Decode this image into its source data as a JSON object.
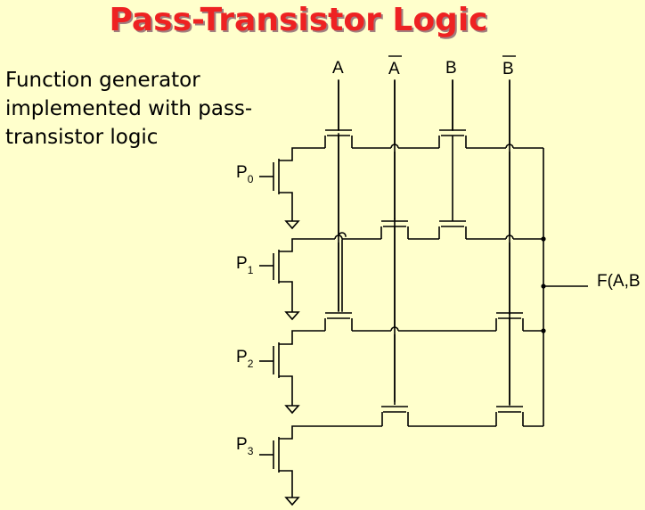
{
  "slide": {
    "title": "Pass-Transistor Logic",
    "description": "Function generator implemented with pass-transistor logic"
  },
  "circuit": {
    "inputs": [
      {
        "name": "A",
        "overbar": false
      },
      {
        "name": "A",
        "overbar": true
      },
      {
        "name": "B",
        "overbar": false
      },
      {
        "name": "B",
        "overbar": true
      }
    ],
    "selects": [
      {
        "name": "P",
        "sub": "0"
      },
      {
        "name": "P",
        "sub": "1"
      },
      {
        "name": "P",
        "sub": "2"
      },
      {
        "name": "P",
        "sub": "3"
      }
    ],
    "output": "F(A,B"
  },
  "colors": {
    "background": "#ffffcc",
    "title": "#ee2222",
    "wire": "#000000"
  }
}
